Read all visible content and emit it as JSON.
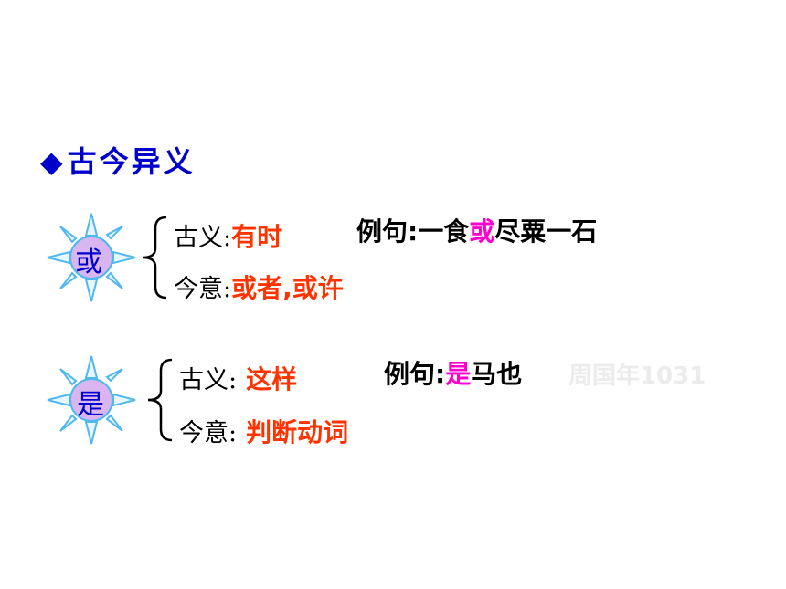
{
  "heading": {
    "marker": "◆",
    "text": "古今异义"
  },
  "items": [
    {
      "char": "或",
      "ancient_label": "古义:",
      "ancient_meaning": "有时",
      "example_label": "例句:",
      "example_pre": "一食",
      "example_highlight": "或",
      "example_post": "尽粟一石",
      "modern_label": "今意:",
      "modern_meaning": "或者,或许"
    },
    {
      "char": "是",
      "ancient_label": "古义:",
      "ancient_meaning": "这样",
      "example_label": "例句:",
      "example_pre": "",
      "example_highlight": "是",
      "example_post": "马也",
      "modern_label": "今意:",
      "modern_meaning": "判断动词"
    }
  ],
  "watermark": "周国年1031",
  "colors": {
    "heading": "#0000cc",
    "meaning": "#ff3300",
    "highlight": "#ff00cc",
    "badge_ray": "#4fb8f0",
    "badge_fill": "#d9b6f0"
  }
}
